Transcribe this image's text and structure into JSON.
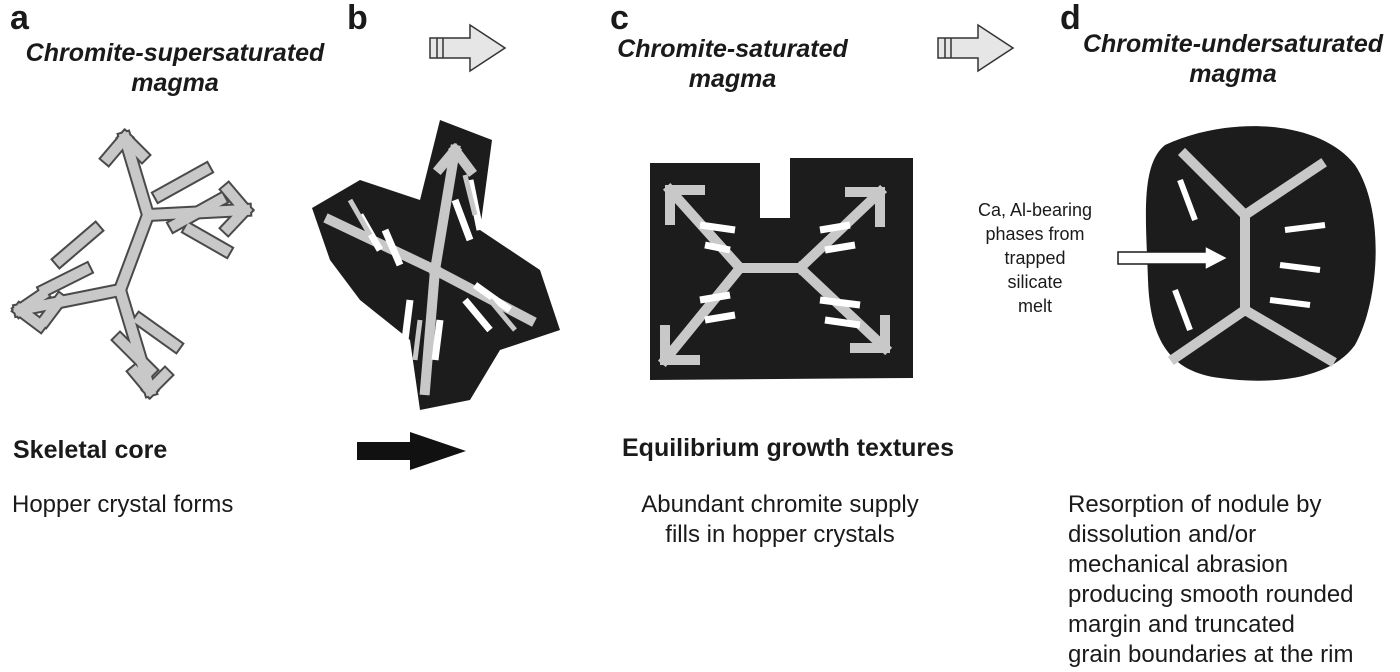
{
  "panels": {
    "a": {
      "label": "a",
      "title_line1": "Chromite-supersaturated",
      "title_line2": "magma"
    },
    "b": {
      "label": "b"
    },
    "c": {
      "label": "c",
      "title_line1": "Chromite-saturated",
      "title_line2": "magma"
    },
    "d": {
      "label": "d",
      "title_line1": "Chromite-undersaturated",
      "title_line2": "magma"
    }
  },
  "annotation": {
    "lines": [
      "Ca, Al-bearing",
      "phases from",
      "trapped",
      "silicate",
      "melt"
    ]
  },
  "captions": {
    "skeletal_core": "Skeletal core",
    "hopper": "Hopper crystal forms",
    "equilibrium": "Equilibrium growth textures",
    "abundant_lines": [
      "Abundant chromite supply",
      "fills in hopper crystals"
    ],
    "resorption_lines": [
      "Resorption of nodule by",
      "dissolution and/or",
      "mechanical abrasion",
      "producing smooth rounded",
      "margin and truncated",
      "grain boundaries at the rim"
    ]
  },
  "colors": {
    "crystal_gray": "#c8c8c8",
    "chromite_black": "#1c1c1c",
    "outline": "#4a4a4a"
  }
}
